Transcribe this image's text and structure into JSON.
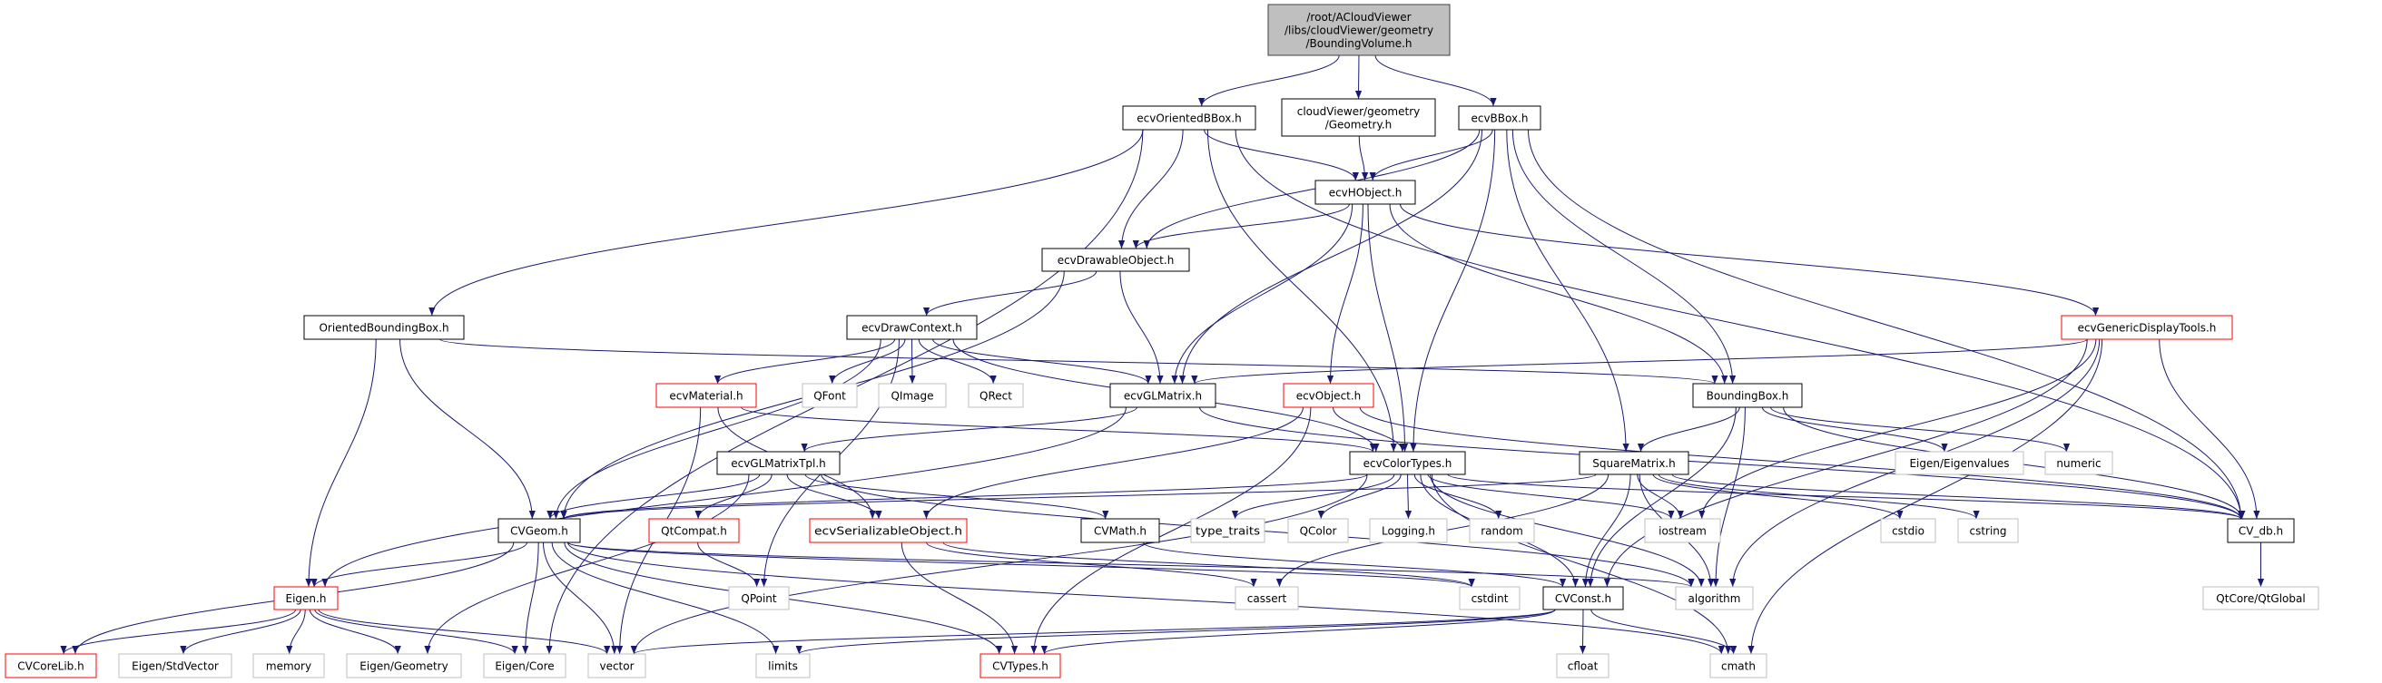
{
  "graph": {
    "edge_color": "#191970",
    "border_colors": {
      "documented": "#000000",
      "incomplete": "#ff0000",
      "external": "#bfbfbf"
    },
    "root_fill": "#bfbfbf",
    "nodes": [
      {
        "id": "root",
        "lines": [
          "/root/ACloudViewer",
          "/libs/cloudViewer/geometry",
          "/BoundingVolume.h"
        ],
        "kind": "root"
      },
      {
        "id": "ecvOrientedBBox",
        "lines": [
          "ecvOrientedBBox.h"
        ],
        "kind": "documented"
      },
      {
        "id": "Geometry",
        "lines": [
          "cloudViewer/geometry",
          "/Geometry.h"
        ],
        "kind": "documented"
      },
      {
        "id": "ecvBBox",
        "lines": [
          "ecvBBox.h"
        ],
        "kind": "documented"
      },
      {
        "id": "ecvHObject",
        "lines": [
          "ecvHObject.h"
        ],
        "kind": "documented"
      },
      {
        "id": "ecvDrawableObject",
        "lines": [
          "ecvDrawableObject.h"
        ],
        "kind": "documented"
      },
      {
        "id": "OrientedBoundingBox",
        "lines": [
          "OrientedBoundingBox.h"
        ],
        "kind": "documented"
      },
      {
        "id": "ecvDrawContext",
        "lines": [
          "ecvDrawContext.h"
        ],
        "kind": "documented"
      },
      {
        "id": "ecvGenericDisplayTools",
        "lines": [
          "ecvGenericDisplayTools.h"
        ],
        "kind": "incomplete"
      },
      {
        "id": "ecvMaterial",
        "lines": [
          "ecvMaterial.h"
        ],
        "kind": "incomplete"
      },
      {
        "id": "QFont",
        "lines": [
          "QFont"
        ],
        "kind": "external"
      },
      {
        "id": "QImage",
        "lines": [
          "QImage"
        ],
        "kind": "external"
      },
      {
        "id": "QRect",
        "lines": [
          "QRect"
        ],
        "kind": "external"
      },
      {
        "id": "ecvGLMatrix",
        "lines": [
          "ecvGLMatrix.h"
        ],
        "kind": "documented"
      },
      {
        "id": "ecvObject",
        "lines": [
          "ecvObject.h"
        ],
        "kind": "incomplete"
      },
      {
        "id": "BoundingBox",
        "lines": [
          "BoundingBox.h"
        ],
        "kind": "documented"
      },
      {
        "id": "ecvGLMatrixTpl",
        "lines": [
          "ecvGLMatrixTpl.h"
        ],
        "kind": "documented"
      },
      {
        "id": "ecvColorTypes",
        "lines": [
          "ecvColorTypes.h"
        ],
        "kind": "documented"
      },
      {
        "id": "SquareMatrix",
        "lines": [
          "SquareMatrix.h"
        ],
        "kind": "documented"
      },
      {
        "id": "EigenEigenvalues",
        "lines": [
          "Eigen/Eigenvalues"
        ],
        "kind": "external"
      },
      {
        "id": "numeric",
        "lines": [
          "numeric"
        ],
        "kind": "external"
      },
      {
        "id": "CVGeom",
        "lines": [
          "CVGeom.h"
        ],
        "kind": "documented"
      },
      {
        "id": "QtCompat",
        "lines": [
          "QtCompat.h"
        ],
        "kind": "incomplete"
      },
      {
        "id": "ecvSerializableObject",
        "lines": [
          "ecvSerializableObject.h"
        ],
        "kind": "incomplete"
      },
      {
        "id": "CVMath",
        "lines": [
          "CVMath.h"
        ],
        "kind": "documented"
      },
      {
        "id": "type_traits",
        "lines": [
          "type_traits"
        ],
        "kind": "external"
      },
      {
        "id": "QColor",
        "lines": [
          "QColor"
        ],
        "kind": "external"
      },
      {
        "id": "Logging",
        "lines": [
          "Logging.h"
        ],
        "kind": "external"
      },
      {
        "id": "random",
        "lines": [
          "random"
        ],
        "kind": "external"
      },
      {
        "id": "iostream",
        "lines": [
          "iostream"
        ],
        "kind": "external"
      },
      {
        "id": "cstdio",
        "lines": [
          "cstdio"
        ],
        "kind": "external"
      },
      {
        "id": "cstring",
        "lines": [
          "cstring"
        ],
        "kind": "external"
      },
      {
        "id": "CV_db",
        "lines": [
          "CV_db.h"
        ],
        "kind": "documented"
      },
      {
        "id": "Eigen",
        "lines": [
          "Eigen.h"
        ],
        "kind": "incomplete"
      },
      {
        "id": "QPoint",
        "lines": [
          "QPoint"
        ],
        "kind": "external"
      },
      {
        "id": "cassert",
        "lines": [
          "cassert"
        ],
        "kind": "external"
      },
      {
        "id": "cstdint",
        "lines": [
          "cstdint"
        ],
        "kind": "external"
      },
      {
        "id": "CVConst",
        "lines": [
          "CVConst.h"
        ],
        "kind": "documented"
      },
      {
        "id": "algorithm",
        "lines": [
          "algorithm"
        ],
        "kind": "external"
      },
      {
        "id": "QtGlobal",
        "lines": [
          "QtCore/QtGlobal"
        ],
        "kind": "external"
      },
      {
        "id": "CVCoreLib",
        "lines": [
          "CVCoreLib.h"
        ],
        "kind": "incomplete"
      },
      {
        "id": "EigenStdVector",
        "lines": [
          "Eigen/StdVector"
        ],
        "kind": "external"
      },
      {
        "id": "memory",
        "lines": [
          "memory"
        ],
        "kind": "external"
      },
      {
        "id": "EigenGeometry",
        "lines": [
          "Eigen/Geometry"
        ],
        "kind": "external"
      },
      {
        "id": "EigenCore",
        "lines": [
          "Eigen/Core"
        ],
        "kind": "external"
      },
      {
        "id": "vector",
        "lines": [
          "vector"
        ],
        "kind": "external"
      },
      {
        "id": "limits",
        "lines": [
          "limits"
        ],
        "kind": "external"
      },
      {
        "id": "CVTypes",
        "lines": [
          "CVTypes.h"
        ],
        "kind": "incomplete"
      },
      {
        "id": "cfloat",
        "lines": [
          "cfloat"
        ],
        "kind": "external"
      },
      {
        "id": "cmath",
        "lines": [
          "cmath"
        ],
        "kind": "external"
      }
    ],
    "edges": [
      [
        "root",
        "ecvOrientedBBox"
      ],
      [
        "root",
        "Geometry"
      ],
      [
        "root",
        "ecvBBox"
      ],
      [
        "ecvOrientedBBox",
        "ecvHObject"
      ],
      [
        "ecvOrientedBBox",
        "ecvDrawableObject"
      ],
      [
        "ecvOrientedBBox",
        "OrientedBoundingBox"
      ],
      [
        "ecvOrientedBBox",
        "EigenCore"
      ],
      [
        "ecvOrientedBBox",
        "ecvColorTypes"
      ],
      [
        "ecvOrientedBBox",
        "CV_db"
      ],
      [
        "Geometry",
        "ecvHObject"
      ],
      [
        "ecvBBox",
        "ecvHObject"
      ],
      [
        "ecvBBox",
        "ecvDrawableObject"
      ],
      [
        "ecvBBox",
        "ecvGLMatrix"
      ],
      [
        "ecvBBox",
        "ecvColorTypes"
      ],
      [
        "ecvBBox",
        "SquareMatrix"
      ],
      [
        "ecvBBox",
        "BoundingBox"
      ],
      [
        "ecvBBox",
        "CV_db"
      ],
      [
        "ecvHObject",
        "ecvDrawableObject"
      ],
      [
        "ecvHObject",
        "ecvGLMatrix"
      ],
      [
        "ecvHObject",
        "ecvObject"
      ],
      [
        "ecvHObject",
        "ecvColorTypes"
      ],
      [
        "ecvHObject",
        "BoundingBox"
      ],
      [
        "ecvHObject",
        "ecvGenericDisplayTools"
      ],
      [
        "ecvDrawableObject",
        "ecvDrawContext"
      ],
      [
        "ecvDrawableObject",
        "ecvGLMatrix"
      ],
      [
        "ecvDrawableObject",
        "CVGeom"
      ],
      [
        "OrientedBoundingBox",
        "Eigen"
      ],
      [
        "OrientedBoundingBox",
        "CVGeom"
      ],
      [
        "OrientedBoundingBox",
        "BoundingBox"
      ],
      [
        "ecvDrawContext",
        "ecvMaterial"
      ],
      [
        "ecvDrawContext",
        "QFont"
      ],
      [
        "ecvDrawContext",
        "QImage"
      ],
      [
        "ecvDrawContext",
        "QRect"
      ],
      [
        "ecvDrawContext",
        "ecvGLMatrix"
      ],
      [
        "ecvDrawContext",
        "ecvColorTypes"
      ],
      [
        "ecvDrawContext",
        "CVGeom"
      ],
      [
        "ecvDrawContext",
        "QPoint"
      ],
      [
        "ecvGenericDisplayTools",
        "ecvGLMatrix"
      ],
      [
        "ecvGenericDisplayTools",
        "iostream"
      ],
      [
        "ecvGenericDisplayTools",
        "CVConst"
      ],
      [
        "ecvGenericDisplayTools",
        "algorithm"
      ],
      [
        "ecvGenericDisplayTools",
        "CV_db"
      ],
      [
        "ecvGenericDisplayTools",
        "cmath"
      ],
      [
        "ecvMaterial",
        "ecvColorTypes"
      ],
      [
        "ecvMaterial",
        "ecvSerializableObject"
      ],
      [
        "ecvMaterial",
        "vector"
      ],
      [
        "ecvGLMatrix",
        "ecvGLMatrixTpl"
      ],
      [
        "ecvGLMatrix",
        "Eigen"
      ],
      [
        "ecvGLMatrix",
        "CV_db"
      ],
      [
        "ecvObject",
        "ecvColorTypes"
      ],
      [
        "ecvObject",
        "ecvSerializableObject"
      ],
      [
        "ecvObject",
        "CVTypes"
      ],
      [
        "ecvObject",
        "CV_db"
      ],
      [
        "BoundingBox",
        "SquareMatrix"
      ],
      [
        "BoundingBox",
        "EigenEigenvalues"
      ],
      [
        "BoundingBox",
        "numeric"
      ],
      [
        "BoundingBox",
        "algorithm"
      ],
      [
        "BoundingBox",
        "CVConst"
      ],
      [
        "BoundingBox",
        "CV_db"
      ],
      [
        "ecvGLMatrixTpl",
        "CVGeom"
      ],
      [
        "ecvGLMatrixTpl",
        "QtCompat"
      ],
      [
        "ecvGLMatrixTpl",
        "ecvSerializableObject"
      ],
      [
        "ecvGLMatrixTpl",
        "CVMath"
      ],
      [
        "ecvGLMatrixTpl",
        "EigenGeometry"
      ],
      [
        "ecvGLMatrixTpl",
        "algorithm"
      ],
      [
        "ecvColorTypes",
        "CVGeom"
      ],
      [
        "ecvColorTypes",
        "type_traits"
      ],
      [
        "ecvColorTypes",
        "QColor"
      ],
      [
        "ecvColorTypes",
        "Logging"
      ],
      [
        "ecvColorTypes",
        "random"
      ],
      [
        "ecvColorTypes",
        "iostream"
      ],
      [
        "ecvColorTypes",
        "CVConst"
      ],
      [
        "ecvColorTypes",
        "algorithm"
      ],
      [
        "ecvColorTypes",
        "cmath"
      ],
      [
        "ecvColorTypes",
        "CV_db"
      ],
      [
        "ecvColorTypes",
        "vector"
      ],
      [
        "SquareMatrix",
        "CVGeom"
      ],
      [
        "SquareMatrix",
        "iostream"
      ],
      [
        "SquareMatrix",
        "cstdio"
      ],
      [
        "SquareMatrix",
        "cstring"
      ],
      [
        "SquareMatrix",
        "CV_db"
      ],
      [
        "SquareMatrix",
        "cassert"
      ],
      [
        "SquareMatrix",
        "CVConst"
      ],
      [
        "SquareMatrix",
        "algorithm"
      ],
      [
        "CVGeom",
        "Eigen"
      ],
      [
        "CVGeom",
        "CVCoreLib"
      ],
      [
        "CVGeom",
        "EigenCore"
      ],
      [
        "CVGeom",
        "vector"
      ],
      [
        "CVGeom",
        "limits"
      ],
      [
        "CVGeom",
        "CVTypes"
      ],
      [
        "CVGeom",
        "cmath"
      ],
      [
        "CVGeom",
        "cstdint"
      ],
      [
        "CVGeom",
        "algorithm"
      ],
      [
        "QtCompat",
        "QPoint"
      ],
      [
        "ecvSerializableObject",
        "CVTypes"
      ],
      [
        "ecvSerializableObject",
        "cassert"
      ],
      [
        "ecvSerializableObject",
        "cstdint"
      ],
      [
        "CVMath",
        "CVConst"
      ],
      [
        "Eigen",
        "CVCoreLib"
      ],
      [
        "Eigen",
        "EigenStdVector"
      ],
      [
        "Eigen",
        "memory"
      ],
      [
        "Eigen",
        "EigenGeometry"
      ],
      [
        "Eigen",
        "EigenCore"
      ],
      [
        "Eigen",
        "vector"
      ],
      [
        "CVConst",
        "cfloat"
      ],
      [
        "CVConst",
        "cmath"
      ],
      [
        "CVConst",
        "limits"
      ],
      [
        "CVConst",
        "vector"
      ],
      [
        "CVConst",
        "CVTypes"
      ],
      [
        "CV_db",
        "QtGlobal"
      ]
    ]
  }
}
